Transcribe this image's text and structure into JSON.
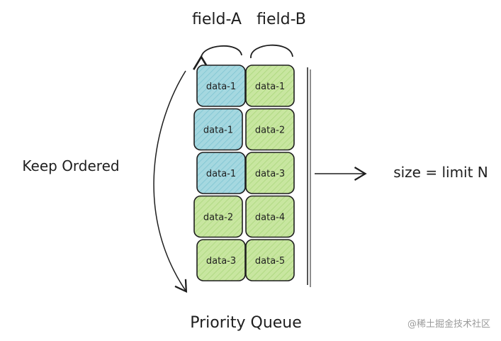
{
  "title": {
    "field_a": "field-A",
    "field_b": "field-B"
  },
  "left_label": "Keep Ordered",
  "right_label": "size = limit N",
  "bottom_label": "Priority Queue",
  "watermark": "@稀土掘金技术社区",
  "colors": {
    "blue_fill": "#a5d8e0",
    "green_fill": "#c8e6a0",
    "stroke": "#1e1e1e"
  },
  "rows": [
    {
      "a": "data-1",
      "a_color": "blue",
      "b": "data-1",
      "b_color": "green"
    },
    {
      "a": "data-1",
      "a_color": "blue",
      "b": "data-2",
      "b_color": "green"
    },
    {
      "a": "data-1",
      "a_color": "blue",
      "b": "data-3",
      "b_color": "green"
    },
    {
      "a": "data-2",
      "a_color": "green",
      "b": "data-4",
      "b_color": "green"
    },
    {
      "a": "data-3",
      "a_color": "green",
      "b": "data-5",
      "b_color": "green"
    }
  ]
}
